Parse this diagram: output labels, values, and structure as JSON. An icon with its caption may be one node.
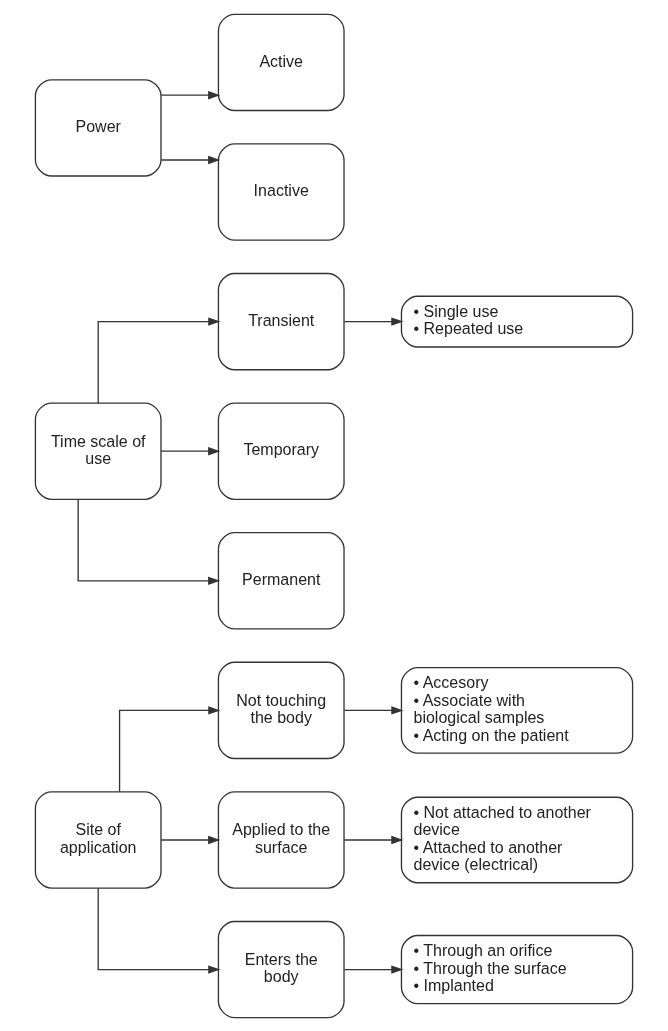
{
  "diagram": {
    "nodes": [
      {
        "text": [
          "Site of application"
        ]
      },
      {
        "text": [
          "Not touching the body"
        ]
      },
      {
        "text": [
          "Applied to the surface"
        ]
      },
      {
        "text": [
          "Enters the body"
        ]
      },
      {
        "text": [
          "• Accesory",
          "• Associate with biological samples",
          "• Acting on the patient"
        ]
      },
      {
        "text": [
          "• Not attached to another device",
          "• Attached to another device (electrical)"
        ]
      },
      {
        "text": [
          "• Through an orifice",
          "• Through the surface",
          "• Implanted"
        ]
      },
      {
        "text": [
          "Time scale of use"
        ]
      },
      {
        "text": [
          "Transient"
        ]
      },
      {
        "text": [
          "Temporary"
        ]
      },
      {
        "text": [
          "Permanent"
        ]
      },
      {
        "text": [
          "• Single use",
          "• Repeated use"
        ]
      },
      {
        "text": [
          "Power"
        ]
      },
      {
        "text": [
          "Active"
        ]
      },
      {
        "text": [
          "Inactive"
        ]
      }
    ],
    "edges": [
      {
        "from": 0,
        "to": 1,
        "arrow": "to"
      },
      {
        "from": 0,
        "to": 2,
        "arrow": "to"
      },
      {
        "from": 0,
        "to": 3,
        "arrow": "to"
      },
      {
        "from": 1,
        "to": 4,
        "arrow": "to"
      },
      {
        "from": 2,
        "to": 5,
        "arrow": "to"
      },
      {
        "from": 3,
        "to": 6,
        "arrow": "to"
      },
      {
        "from": 7,
        "to": 8,
        "arrow": "to"
      },
      {
        "from": 7,
        "to": 9,
        "arrow": "to"
      },
      {
        "from": 7,
        "to": 10,
        "arrow": "to"
      },
      {
        "from": 8,
        "to": 11,
        "arrow": "to"
      },
      {
        "from": 12,
        "to": 13,
        "arrow": "to"
      },
      {
        "from": 12,
        "to": 14,
        "arrow": "to"
      }
    ]
  }
}
